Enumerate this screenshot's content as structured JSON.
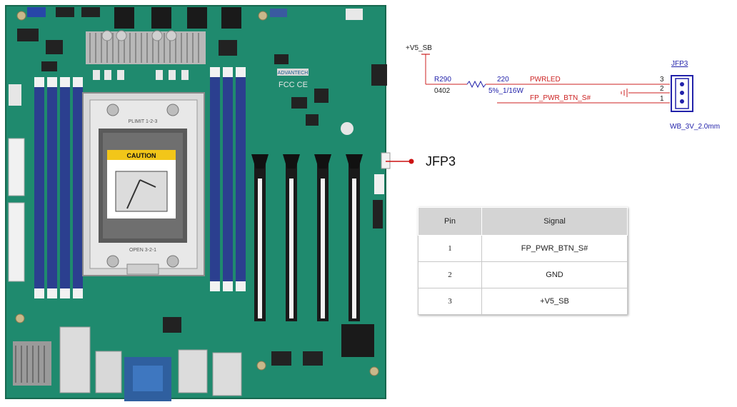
{
  "board": {
    "callout_label": "JFP3",
    "chip_brand": "ADVANTECH",
    "certifications": "FCC CE",
    "caution_title": "CAUTION",
    "socket_text_top": "PLIMIT 1-2-3",
    "socket_text_bottom": "OPEN 3-2-1"
  },
  "schematic": {
    "power_label": "+V5_SB",
    "resistor_ref": "R290",
    "resistor_package": "0402",
    "resistor_value": "220",
    "resistor_rating": "5%_1/16W",
    "net_pwrled": "PWRLED",
    "net_btn": "FP_PWR_BTN_S#",
    "connector_ref": "JFP3",
    "connector_part": "WB_3V_2.0mm",
    "pin_numbers": [
      "3",
      "2",
      "1"
    ]
  },
  "pin_table": {
    "headers": [
      "Pin",
      "Signal"
    ],
    "rows": [
      {
        "pin": "1",
        "signal": "FP_PWR_BTN_S#"
      },
      {
        "pin": "2",
        "signal": "GND"
      },
      {
        "pin": "3",
        "signal": "+V5_SB"
      }
    ]
  },
  "colors": {
    "pcb_green": "#1f8a6e",
    "dimm_blue": "#2b3f8f",
    "net_red": "#cc2222",
    "connector_blue": "#2222aa",
    "callout_red": "#cc1111"
  }
}
